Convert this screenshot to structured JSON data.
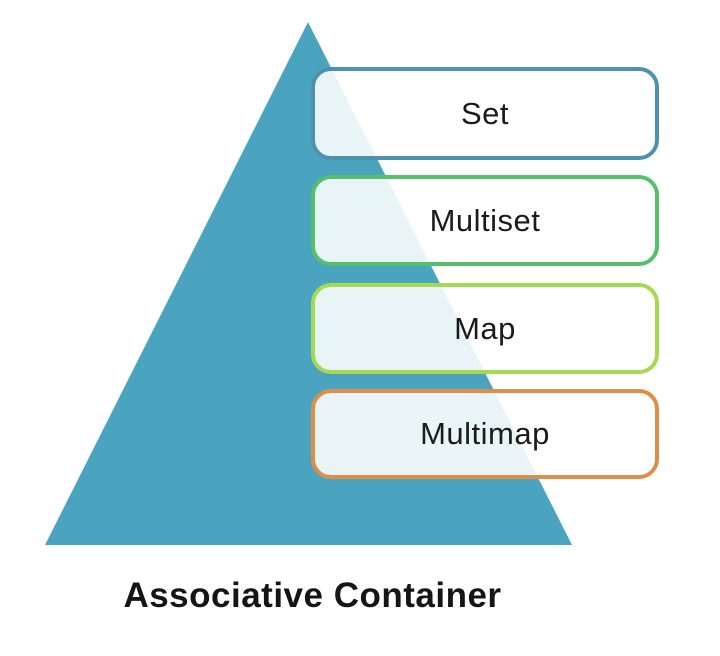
{
  "title": "Associative Container",
  "pyramid": {
    "fill_color": "#4AA3BF",
    "overlay_tint": "#E9F2F7",
    "levels": [
      {
        "label": "Set",
        "border_color": "#4E91AE"
      },
      {
        "label": "Multiset",
        "border_color": "#55BF6A"
      },
      {
        "label": "Map",
        "border_color": "#A6D952"
      },
      {
        "label": "Multimap",
        "border_color": "#DE8E49"
      }
    ]
  }
}
